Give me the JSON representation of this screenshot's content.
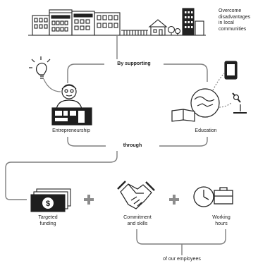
{
  "header": {
    "headline": [
      "Overcome",
      "disadvantages",
      "in local",
      "communities"
    ]
  },
  "flow": {
    "by_supporting": "By supporting",
    "through": "through",
    "of_our_employees": "of our employees"
  },
  "beneficiaries": [
    {
      "label": "Entrepreneurship",
      "icon": "entrepreneur-icon"
    },
    {
      "label": "Education",
      "icon": "education-icon"
    }
  ],
  "means": [
    {
      "lines": [
        "Targeted",
        "funding"
      ],
      "icon": "money-icon"
    },
    {
      "lines": [
        "Commitment",
        "and skills"
      ],
      "icon": "handshake-icon"
    },
    {
      "lines": [
        "Working",
        "hours"
      ],
      "icon": "clock-briefcase-icon"
    }
  ],
  "connectors": {
    "plus": "plus-icon"
  },
  "colors": {
    "line": "#7f7f7f",
    "ink": "#222222",
    "plus": "#8c8c8c",
    "dark_fill": "#1e1e1e"
  }
}
